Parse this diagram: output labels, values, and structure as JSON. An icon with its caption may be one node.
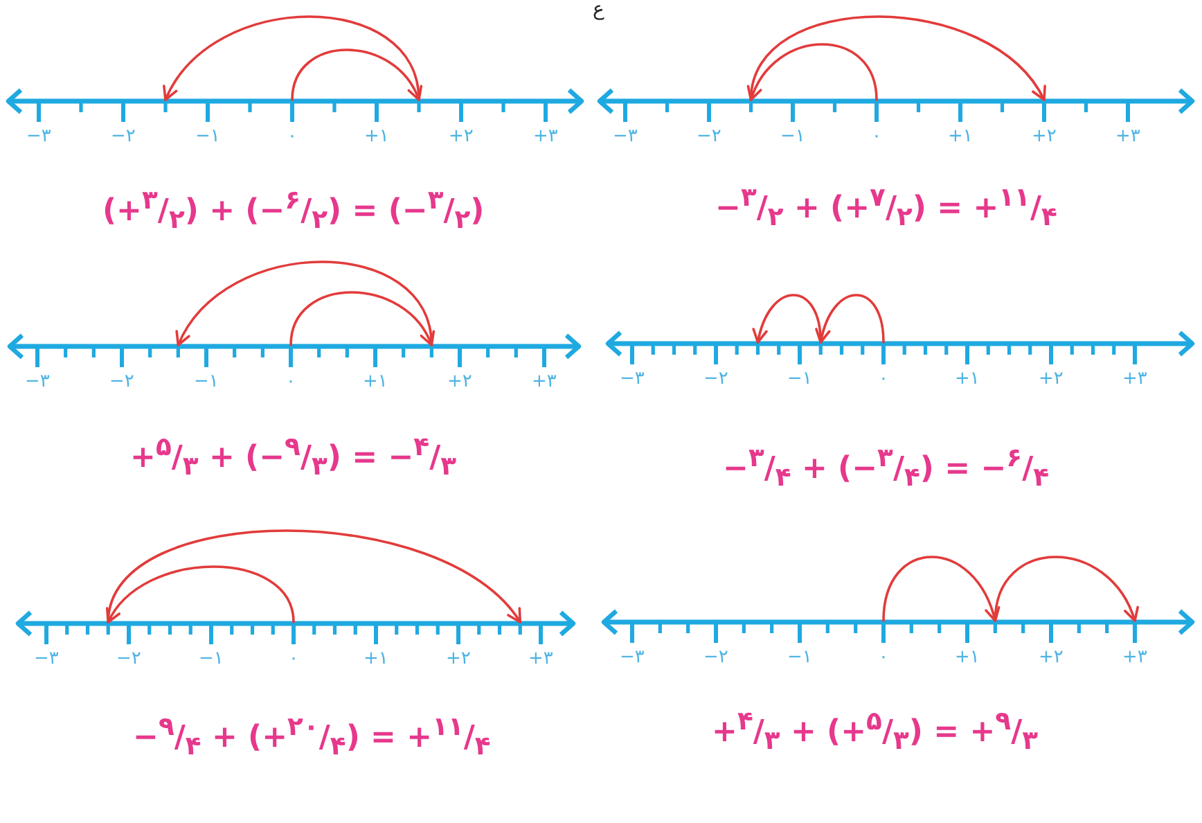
{
  "diagram": {
    "labels": [
      "ع",
      "−۳",
      "−۲",
      "−۱",
      "۰",
      "+۱",
      "+۲",
      "+۳",
      "(+$^{۳}$/$_{۲}$) + (−$^{۶}$/$_{۲}$) = (−$^{۳}$/$_{۲}$)",
      "−۳",
      "−۲",
      "−۱",
      "۰",
      "+۱",
      "+۲",
      "+۳",
      "−$^{۳}$/$_{۲}$ + (+$^{۷}$/$_{۲}$) = +$^{۱۱}$/$_{۴}$",
      "−۳",
      "−۲",
      "−۱",
      "۰",
      "+۱",
      "+۲",
      "+۳",
      "+$^{۵}$/$_{۳}$ + (−$^{۹}$/$_{۳}$) = −$^{۴}$/$_{۳}$",
      "−۳",
      "−۲",
      "−۱",
      "۰",
      "+۱",
      "+۲",
      "+۳",
      "−$^{۳}$/$_{۴}$ + (−$^{۳}$/$_{۴}$) = −$^{۶}$/$_{۴}$",
      "−۳",
      "−۲",
      "−۱",
      "۰",
      "+۱",
      "+۲",
      "+۳",
      "−$^{۹}$/$_{۴}$ + (+$^{۲۰}$/$_{۴}$) = +$^{۱۱}$/$_{۴}$",
      "−۳",
      "−۲",
      "−۱",
      "۰",
      "+۱",
      "+۲",
      "+۳",
      "+$^{۴}$/$_{۳}$ + (+$^{۵}$/$_{۳}$) = +$^{۹}$/$_{۳}$"
    ]
  }
}
